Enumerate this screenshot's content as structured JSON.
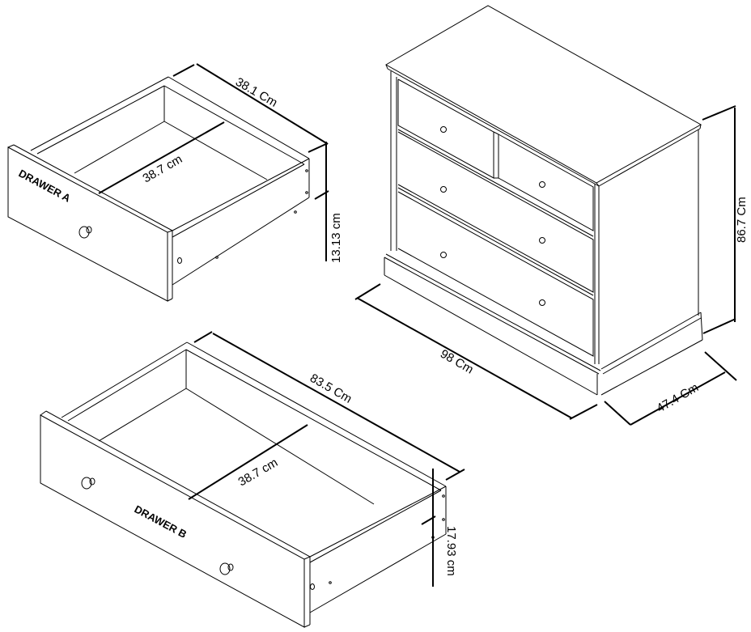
{
  "drawer_a": {
    "label": "DRAWER A",
    "depth": "38.1 Cm",
    "inner_width": "38.7 cm",
    "height": "13.13 cm"
  },
  "drawer_b": {
    "label": "DRAWER B",
    "depth": "83.5 Cm",
    "inner_width": "38.7 cm",
    "height": "17.93 cm"
  },
  "chest": {
    "width": "98 Cm",
    "depth": "47.4 Cm",
    "height": "86.7 Cm",
    "drawer_count": 4
  },
  "colors": {
    "line": "#000000",
    "background": "#ffffff"
  }
}
